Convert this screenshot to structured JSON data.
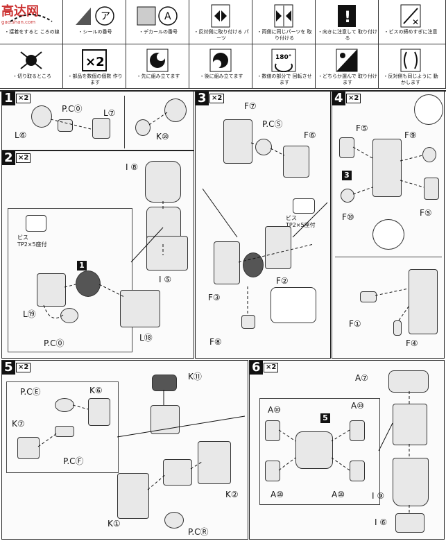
{
  "watermark": {
    "title": "高达网",
    "url": "gao.shan.com"
  },
  "legend": [
    {
      "label": "・接着をすると ころの線",
      "icon": "dotted-line-icon"
    },
    {
      "label": "・シールの番号",
      "icon": "sticker-number-icon",
      "glyph": "ア"
    },
    {
      "label": "・デカールの番号",
      "icon": "decal-number-icon",
      "glyph": "A"
    },
    {
      "label": "・反対側に取り付ける パーツ",
      "icon": "opposite-side-icon"
    },
    {
      "label": "・両側に同じパーツを 取り付ける",
      "icon": "both-sides-icon"
    },
    {
      "label": "・向きに注意して 取り付ける",
      "icon": "caution-icon",
      "glyph": "!"
    },
    {
      "label": "・ビスの締めすぎに注意",
      "icon": "screw-caution-icon"
    },
    {
      "label": "・切り取るところ",
      "icon": "cut-icon"
    },
    {
      "label": "・部品を数個の個数 作ります",
      "icon": "multiply-icon",
      "glyph": "×2"
    },
    {
      "label": "・先に組み立てます",
      "icon": "assemble-first-icon"
    },
    {
      "label": "・後に組み立てます",
      "icon": "assemble-later-icon"
    },
    {
      "label": "・数値の部分で 回転させます",
      "icon": "rotate-icon",
      "glyph": "180°"
    },
    {
      "label": "・どちらか選んで 取り付けます",
      "icon": "choose-icon"
    },
    {
      "label": "・反対側も同じように 動かします",
      "icon": "move-both-icon"
    }
  ],
  "steps": [
    {
      "num": "1",
      "mult": "×2",
      "labels": [
        "P.C⓪",
        "L⑥",
        "L⑦",
        "K⑩"
      ]
    },
    {
      "num": "2",
      "mult": "×2",
      "labels": [
        "I ⑧",
        "I ⑤",
        "L⑲",
        "L⑱",
        "P.C⓪",
        "ビス",
        "TP2×5座付"
      ]
    },
    {
      "num": "3",
      "mult": "×2",
      "labels": [
        "F⑦",
        "P.CⓈ",
        "F⑥",
        "F②",
        "F③",
        "F⑧",
        "ビス",
        "TP2×5座付"
      ]
    },
    {
      "num": "4",
      "mult": "×2",
      "labels": [
        "F⑤",
        "F⑨",
        "F⑤",
        "F⑩",
        "F①",
        "F④",
        "3"
      ]
    },
    {
      "num": "5",
      "mult": "×2",
      "labels": [
        "P.CⒺ",
        "K⑥",
        "K⑦",
        "P.CⒻ",
        "K⑪",
        "K②",
        "K①",
        "P.CⓇ"
      ]
    },
    {
      "num": "6",
      "mult": "×2",
      "labels": [
        "A⑦",
        "A⑩",
        "A⑩",
        "A⑩",
        "A⑩",
        "I ⑨",
        "I ⑥",
        "5"
      ]
    }
  ]
}
